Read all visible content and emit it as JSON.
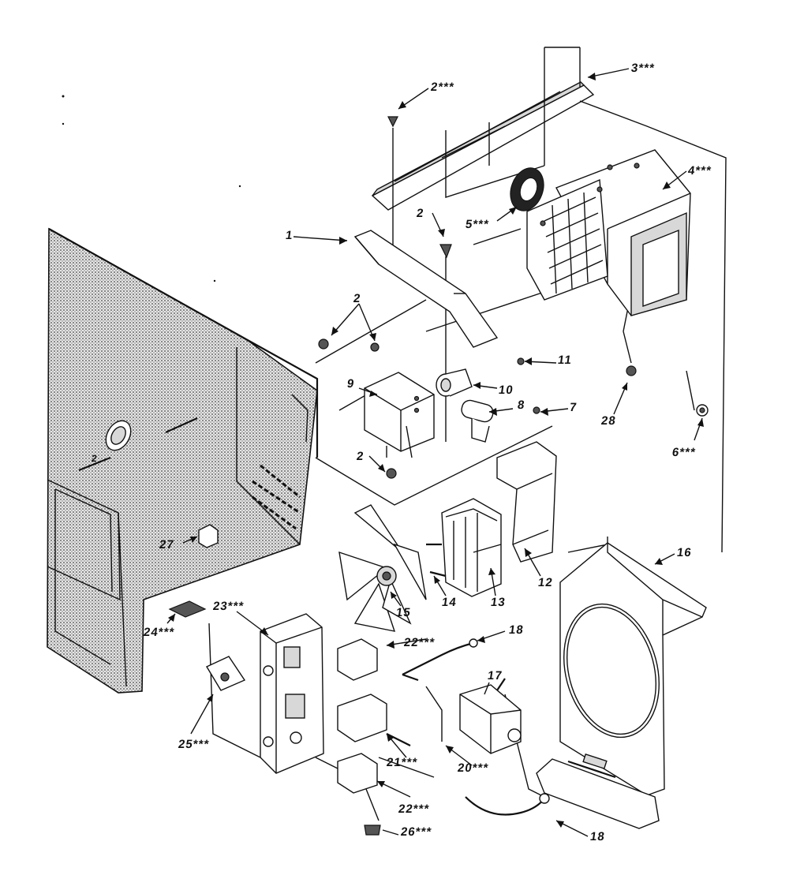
{
  "diagram": {
    "callouts": [
      {
        "id": "c1",
        "text": "1"
      },
      {
        "id": "c2a",
        "text": "2***"
      },
      {
        "id": "c2b",
        "text": "2"
      },
      {
        "id": "c2c",
        "text": "2"
      },
      {
        "id": "c2d",
        "text": "2"
      },
      {
        "id": "c3",
        "text": "3***"
      },
      {
        "id": "c4",
        "text": "4***"
      },
      {
        "id": "c5",
        "text": "5***"
      },
      {
        "id": "c6",
        "text": "6***"
      },
      {
        "id": "c7",
        "text": "7"
      },
      {
        "id": "c8",
        "text": "8"
      },
      {
        "id": "c9",
        "text": "9"
      },
      {
        "id": "c10",
        "text": "10"
      },
      {
        "id": "c11",
        "text": "11"
      },
      {
        "id": "c12",
        "text": "12"
      },
      {
        "id": "c13",
        "text": "13"
      },
      {
        "id": "c14",
        "text": "14"
      },
      {
        "id": "c15",
        "text": "15"
      },
      {
        "id": "c16",
        "text": "16"
      },
      {
        "id": "c17",
        "text": "17"
      },
      {
        "id": "c18a",
        "text": "18"
      },
      {
        "id": "c18b",
        "text": "18"
      },
      {
        "id": "c20",
        "text": "20***"
      },
      {
        "id": "c21",
        "text": "21***"
      },
      {
        "id": "c22a",
        "text": "22***"
      },
      {
        "id": "c22b",
        "text": "22***"
      },
      {
        "id": "c23",
        "text": "23***"
      },
      {
        "id": "c24",
        "text": "24***"
      },
      {
        "id": "c25",
        "text": "25***"
      },
      {
        "id": "c26",
        "text": "26***"
      },
      {
        "id": "c27",
        "text": "27"
      },
      {
        "id": "c28",
        "text": "28"
      }
    ],
    "cavity_marking": "2"
  }
}
